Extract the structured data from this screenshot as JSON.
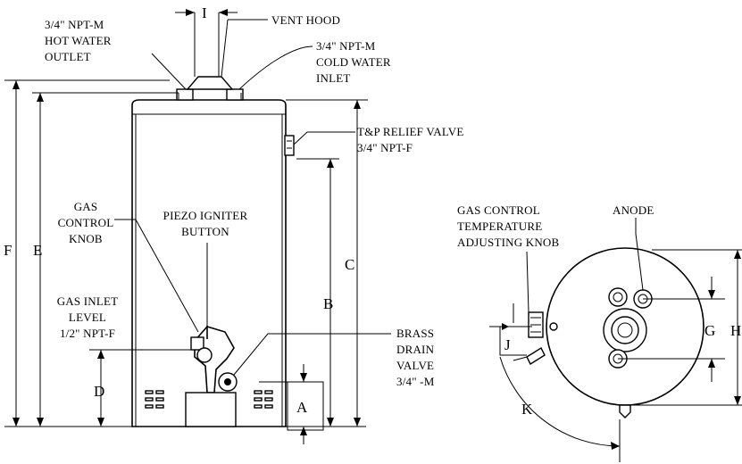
{
  "callouts": {
    "hot_outlet": [
      "3/4\" NPT-M",
      "HOT WATER",
      "OUTLET"
    ],
    "vent_hood": "VENT HOOD",
    "cold_inlet": [
      "3/4\" NPT-M",
      "COLD WATER",
      "INLET"
    ],
    "tp_relief": [
      "T&P RELIEF VALVE",
      "3/4\" NPT-F"
    ],
    "gas_control_knob": [
      "GAS",
      "CONTROL",
      "KNOB"
    ],
    "piezo": [
      "PIEZO IGNITER",
      "BUTTON"
    ],
    "gas_inlet": [
      "GAS INLET",
      "LEVEL",
      "1/2\" NPT-F"
    ],
    "drain_valve": [
      "BRASS",
      "DRAIN",
      "VALVE",
      "3/4\" -M"
    ],
    "temp_knob": [
      "GAS CONTROL",
      "TEMPERATURE",
      "ADJUSTING KNOB"
    ],
    "anode": "ANODE"
  },
  "dimensions": {
    "A": "A",
    "B": "B",
    "C": "C",
    "D": "D",
    "E": "E",
    "F": "F",
    "G": "G",
    "H": "H",
    "I": "I",
    "J": "J",
    "K": "K"
  }
}
